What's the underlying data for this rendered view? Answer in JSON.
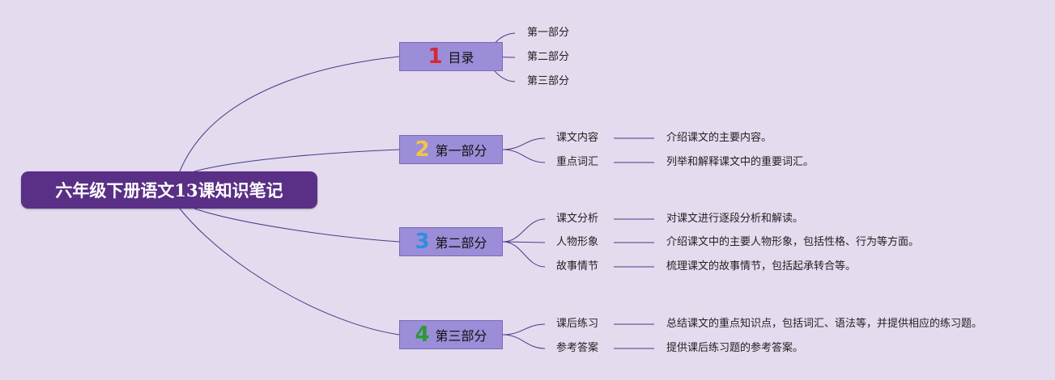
{
  "root": {
    "title": "六年级下册语文13课知识笔记"
  },
  "branches": [
    {
      "number": "1",
      "label": "目录",
      "number_color": "#d62637",
      "children": [
        {
          "label": "第一部分"
        },
        {
          "label": "第二部分"
        },
        {
          "label": "第三部分"
        }
      ]
    },
    {
      "number": "2",
      "label": "第一部分",
      "number_color": "#f2c34a",
      "children": [
        {
          "label": "课文内容",
          "detail": "介绍课文的主要内容。"
        },
        {
          "label": "重点词汇",
          "detail": "列举和解释课文中的重要词汇。"
        }
      ]
    },
    {
      "number": "3",
      "label": "第二部分",
      "number_color": "#2d8fe0",
      "children": [
        {
          "label": "课文分析",
          "detail": "对课文进行逐段分析和解读。"
        },
        {
          "label": "人物形象",
          "detail": "介绍课文中的主要人物形象，包括性格、行为等方面。"
        },
        {
          "label": "故事情节",
          "detail": "梳理课文的故事情节，包括起承转合等。"
        }
      ]
    },
    {
      "number": "4",
      "label": "第三部分",
      "number_color": "#2a9a3a",
      "children": [
        {
          "label": "课后练习",
          "detail": "总结课文的重点知识点，包括词汇、语法等，并提供相应的练习题。"
        },
        {
          "label": "参考答案",
          "detail": "提供课后练习题的参考答案。"
        }
      ]
    }
  ],
  "colors": {
    "background": "#e4dbee",
    "root_fill": "#5a2f86",
    "branch_fill": "#9c8dd8",
    "connector": "#4a3a8a"
  }
}
